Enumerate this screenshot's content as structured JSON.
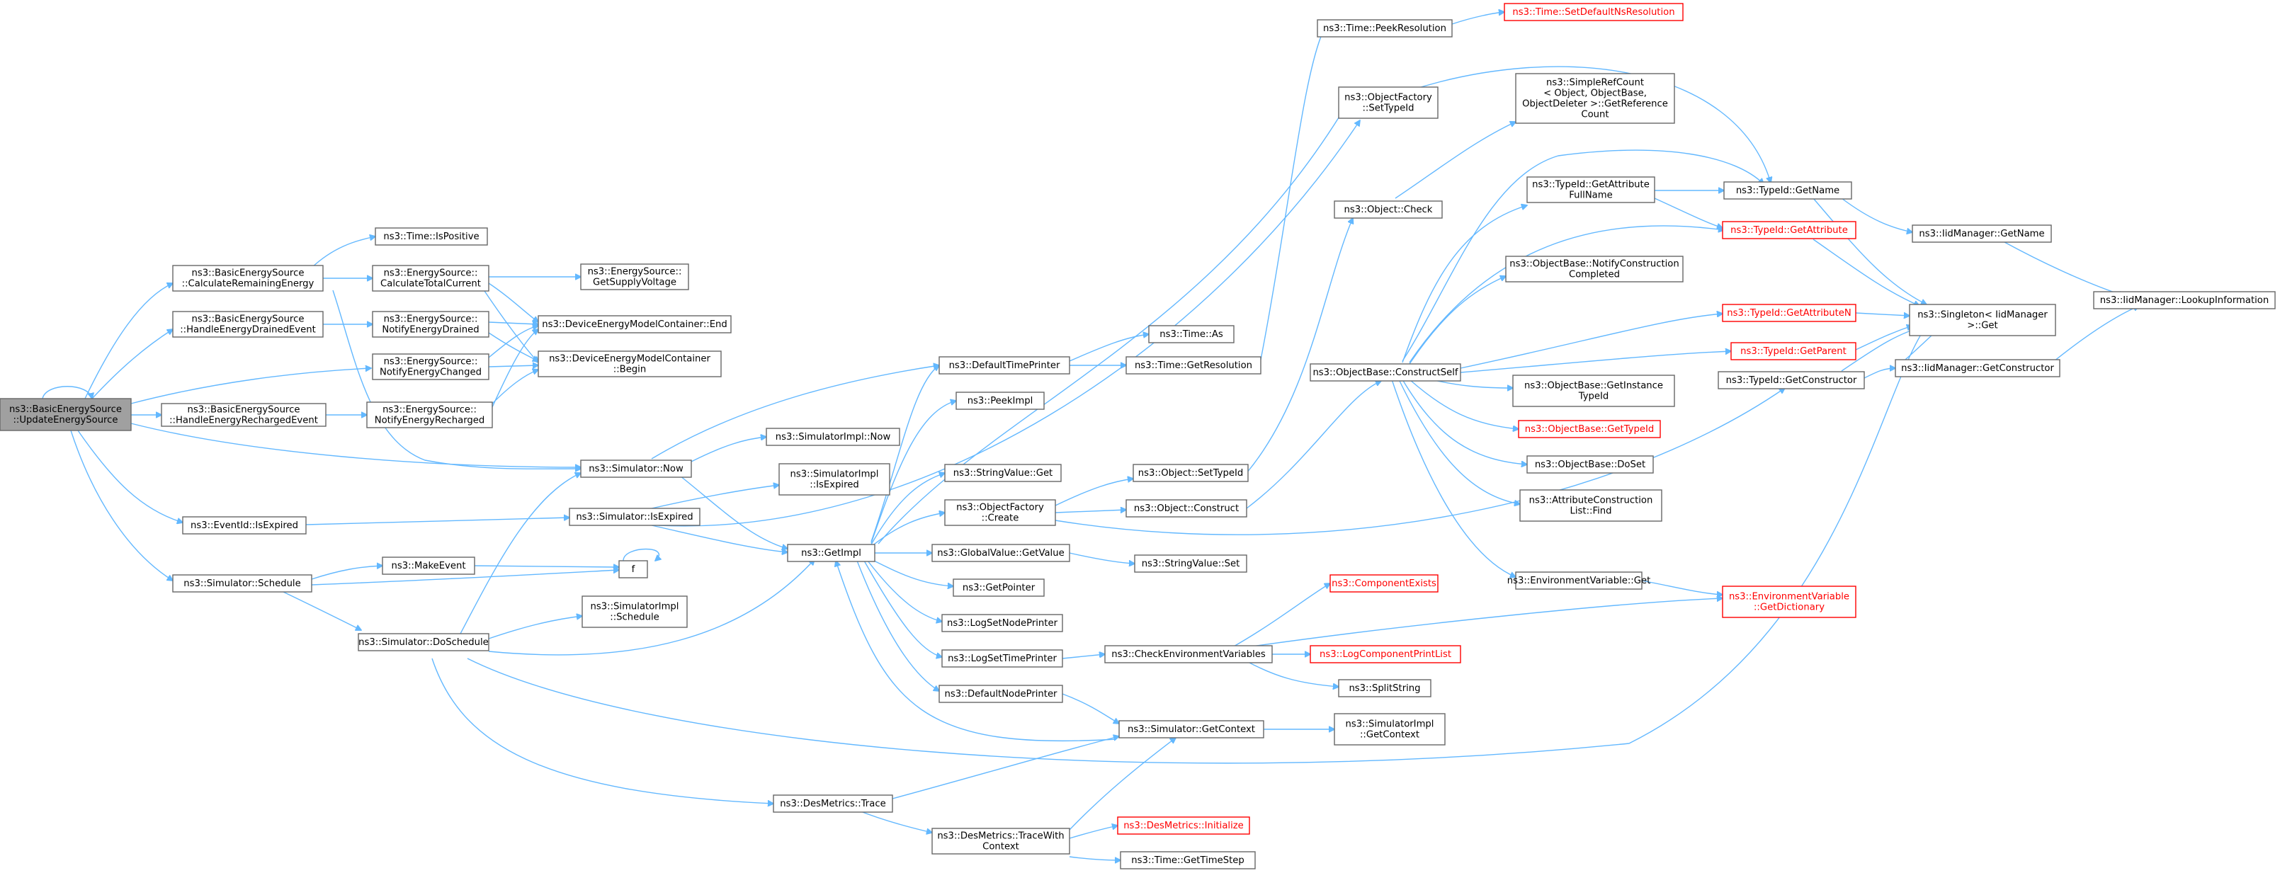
{
  "nodes": [
    {
      "id": "root",
      "lines": [
        "ns3::BasicEnergySource",
        "::UpdateEnergySource"
      ],
      "style": "root"
    },
    {
      "id": "calcRemaining",
      "lines": [
        "ns3::BasicEnergySource",
        "::CalculateRemainingEnergy"
      ]
    },
    {
      "id": "handleDrained",
      "lines": [
        "ns3::BasicEnergySource",
        "::HandleEnergyDrainedEvent"
      ]
    },
    {
      "id": "handleRecharged",
      "lines": [
        "ns3::BasicEnergySource",
        "::HandleEnergyRechargedEvent"
      ]
    },
    {
      "id": "eventIsExpired",
      "lines": [
        "ns3::EventId::IsExpired"
      ]
    },
    {
      "id": "simSchedule",
      "lines": [
        "ns3::Simulator::Schedule"
      ]
    },
    {
      "id": "timeIsPositive",
      "lines": [
        "ns3::Time::IsPositive"
      ]
    },
    {
      "id": "calcTotalCurrent",
      "lines": [
        "ns3::EnergySource::",
        "CalculateTotalCurrent"
      ]
    },
    {
      "id": "notifyDrained",
      "lines": [
        "ns3::EnergySource::",
        "NotifyEnergyDrained"
      ]
    },
    {
      "id": "notifyChanged",
      "lines": [
        "ns3::EnergySource::",
        "NotifyEnergyChanged"
      ]
    },
    {
      "id": "notifyRecharged",
      "lines": [
        "ns3::EnergySource::",
        "NotifyEnergyRecharged"
      ]
    },
    {
      "id": "getSupplyVoltage",
      "lines": [
        "ns3::EnergySource::",
        "GetSupplyVoltage"
      ]
    },
    {
      "id": "demcEnd",
      "lines": [
        "ns3::DeviceEnergyModelContainer::End"
      ]
    },
    {
      "id": "demcBegin",
      "lines": [
        "ns3::DeviceEnergyModelContainer",
        "::Begin"
      ]
    },
    {
      "id": "simNow",
      "lines": [
        "ns3::Simulator::Now"
      ]
    },
    {
      "id": "simIsExpired",
      "lines": [
        "ns3::Simulator::IsExpired"
      ]
    },
    {
      "id": "makeEvent",
      "lines": [
        "ns3::MakeEvent"
      ]
    },
    {
      "id": "f",
      "lines": [
        "f"
      ]
    },
    {
      "id": "simDoSchedule",
      "lines": [
        "ns3::Simulator::DoSchedule"
      ]
    },
    {
      "id": "simImplNow",
      "lines": [
        "ns3::SimulatorImpl::Now"
      ]
    },
    {
      "id": "simImplIsExpired",
      "lines": [
        "ns3::SimulatorImpl",
        "::IsExpired"
      ]
    },
    {
      "id": "simImplSchedule",
      "lines": [
        "ns3::SimulatorImpl",
        "::Schedule"
      ]
    },
    {
      "id": "getImpl",
      "lines": [
        "ns3::GetImpl"
      ]
    },
    {
      "id": "desTrace",
      "lines": [
        "ns3::DesMetrics::Trace"
      ]
    },
    {
      "id": "desTraceWithContext",
      "lines": [
        "ns3::DesMetrics::TraceWith",
        "Context"
      ]
    },
    {
      "id": "defaultTimePrinter",
      "lines": [
        "ns3::DefaultTimePrinter"
      ]
    },
    {
      "id": "peekImpl",
      "lines": [
        "ns3::PeekImpl"
      ]
    },
    {
      "id": "stringValueGet",
      "lines": [
        "ns3::StringValue::Get"
      ]
    },
    {
      "id": "objFactoryCreate",
      "lines": [
        "ns3::ObjectFactory",
        "::Create"
      ]
    },
    {
      "id": "globalValueGetValue",
      "lines": [
        "ns3::GlobalValue::GetValue"
      ]
    },
    {
      "id": "getPointer",
      "lines": [
        "ns3::GetPointer"
      ]
    },
    {
      "id": "logSetNodePrinter",
      "lines": [
        "ns3::LogSetNodePrinter"
      ]
    },
    {
      "id": "logSetTimePrinter",
      "lines": [
        "ns3::LogSetTimePrinter"
      ]
    },
    {
      "id": "defaultNodePrinter",
      "lines": [
        "ns3::DefaultNodePrinter"
      ]
    },
    {
      "id": "timeAs",
      "lines": [
        "ns3::Time::As"
      ]
    },
    {
      "id": "timeGetResolution",
      "lines": [
        "ns3::Time::GetResolution"
      ]
    },
    {
      "id": "objectSetTypeId",
      "lines": [
        "ns3::Object::SetTypeId"
      ]
    },
    {
      "id": "objectConstruct",
      "lines": [
        "ns3::Object::Construct"
      ]
    },
    {
      "id": "stringValueSet",
      "lines": [
        "ns3::StringValue::Set"
      ]
    },
    {
      "id": "checkEnvVars",
      "lines": [
        "ns3::CheckEnvironmentVariables"
      ]
    },
    {
      "id": "simGetContext",
      "lines": [
        "ns3::Simulator::GetContext"
      ]
    },
    {
      "id": "desInitialize",
      "lines": [
        "ns3::DesMetrics::Initialize"
      ],
      "style": "red"
    },
    {
      "id": "timeGetTimeStep",
      "lines": [
        "ns3::Time::GetTimeStep"
      ]
    },
    {
      "id": "timePeekResolution",
      "lines": [
        "ns3::Time::PeekResolution"
      ]
    },
    {
      "id": "timeSetDefaultNsRes",
      "lines": [
        "ns3::Time::SetDefaultNsResolution"
      ],
      "style": "red"
    },
    {
      "id": "objFactorySetTypeId",
      "lines": [
        "ns3::ObjectFactory",
        "::SetTypeId"
      ]
    },
    {
      "id": "objectCheck",
      "lines": [
        "ns3::Object::Check"
      ]
    },
    {
      "id": "objBaseConstructSelf",
      "lines": [
        "ns3::ObjectBase::ConstructSelf"
      ]
    },
    {
      "id": "componentExists",
      "lines": [
        "ns3::ComponentExists"
      ],
      "style": "red"
    },
    {
      "id": "logComponentPrintList",
      "lines": [
        "ns3::LogComponentPrintList"
      ],
      "style": "red"
    },
    {
      "id": "splitString",
      "lines": [
        "ns3::SplitString"
      ]
    },
    {
      "id": "simImplGetContext",
      "lines": [
        "ns3::SimulatorImpl",
        "::GetContext"
      ]
    },
    {
      "id": "simpleRefCount",
      "lines": [
        "ns3::SimpleRefCount",
        "< Object, ObjectBase,",
        "ObjectDeleter >::GetReference",
        "Count"
      ]
    },
    {
      "id": "typeIdGetAttrFullName",
      "lines": [
        "ns3::TypeId::GetAttribute",
        "FullName"
      ]
    },
    {
      "id": "objBaseNotifyConstruction",
      "lines": [
        "ns3::ObjectBase::NotifyConstruction",
        "Completed"
      ]
    },
    {
      "id": "objBaseGetInstanceTypeId",
      "lines": [
        "ns3::ObjectBase::GetInstance",
        "TypeId"
      ]
    },
    {
      "id": "objBaseGetTypeId",
      "lines": [
        "ns3::ObjectBase::GetTypeId"
      ],
      "style": "red"
    },
    {
      "id": "objBaseDoSet",
      "lines": [
        "ns3::ObjectBase::DoSet"
      ]
    },
    {
      "id": "attrConstructionListFind",
      "lines": [
        "ns3::AttributeConstruction",
        "List::Find"
      ]
    },
    {
      "id": "envVarGet",
      "lines": [
        "ns3::EnvironmentVariable::Get"
      ]
    },
    {
      "id": "typeIdGetName",
      "lines": [
        "ns3::TypeId::GetName"
      ]
    },
    {
      "id": "typeIdGetAttribute",
      "lines": [
        "ns3::TypeId::GetAttribute"
      ],
      "style": "red"
    },
    {
      "id": "typeIdGetAttributeN",
      "lines": [
        "ns3::TypeId::GetAttributeN"
      ],
      "style": "red"
    },
    {
      "id": "typeIdGetParent",
      "lines": [
        "ns3::TypeId::GetParent"
      ],
      "style": "red"
    },
    {
      "id": "typeIdGetConstructor",
      "lines": [
        "ns3::TypeId::GetConstructor"
      ]
    },
    {
      "id": "envVarGetDictionary",
      "lines": [
        "ns3::EnvironmentVariable",
        "::GetDictionary"
      ],
      "style": "red"
    },
    {
      "id": "iidManagerGetName",
      "lines": [
        "ns3::IidManager::GetName"
      ]
    },
    {
      "id": "singletonGet",
      "lines": [
        "ns3::Singleton< IidManager",
        ">::Get"
      ]
    },
    {
      "id": "iidManagerGetConstructor",
      "lines": [
        "ns3::IidManager::GetConstructor"
      ]
    },
    {
      "id": "iidManagerLookupInformation",
      "lines": [
        "ns3::IidManager::LookupInformation"
      ]
    }
  ]
}
